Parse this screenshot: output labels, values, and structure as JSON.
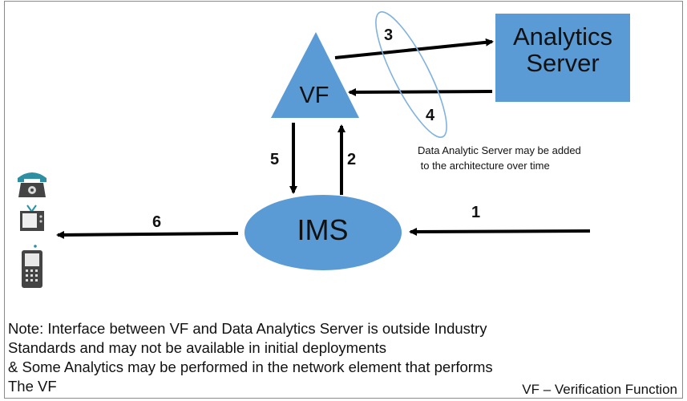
{
  "diagram": {
    "nodes": {
      "analytics_server": {
        "label": "Analytics\nServer",
        "color": "#5b9bd5"
      },
      "vf": {
        "label": "VF",
        "color": "#5b9bd5"
      },
      "ims": {
        "label": "IMS",
        "color": "#5b9bd5"
      }
    },
    "arrows": [
      {
        "id": "1",
        "label": "1",
        "from": "external",
        "to": "IMS"
      },
      {
        "id": "2",
        "label": "2",
        "from": "IMS",
        "to": "VF"
      },
      {
        "id": "3",
        "label": "3",
        "from": "VF",
        "to": "Analytics Server"
      },
      {
        "id": "4",
        "label": "4",
        "from": "Analytics Server",
        "to": "VF"
      },
      {
        "id": "5",
        "label": "5",
        "from": "VF",
        "to": "IMS"
      },
      {
        "id": "6",
        "label": "6",
        "from": "IMS",
        "to": "devices"
      }
    ],
    "devices": [
      "phone-icon",
      "tv-icon",
      "mobile-phone-icon"
    ],
    "side_note": "Data Analytic Server may be added\n to the architecture over time",
    "note": "Note: Interface between VF and Data Analytics Server is outside Industry\nStandards and may not be available in initial deployments\n& Some Analytics may be performed in the network element that performs\nThe VF",
    "footer": "VF – Verification Function",
    "colors": {
      "shape_fill": "#5b9bd5",
      "ellipse_outline": "#7fb2e0",
      "arrow": "#000000"
    }
  }
}
